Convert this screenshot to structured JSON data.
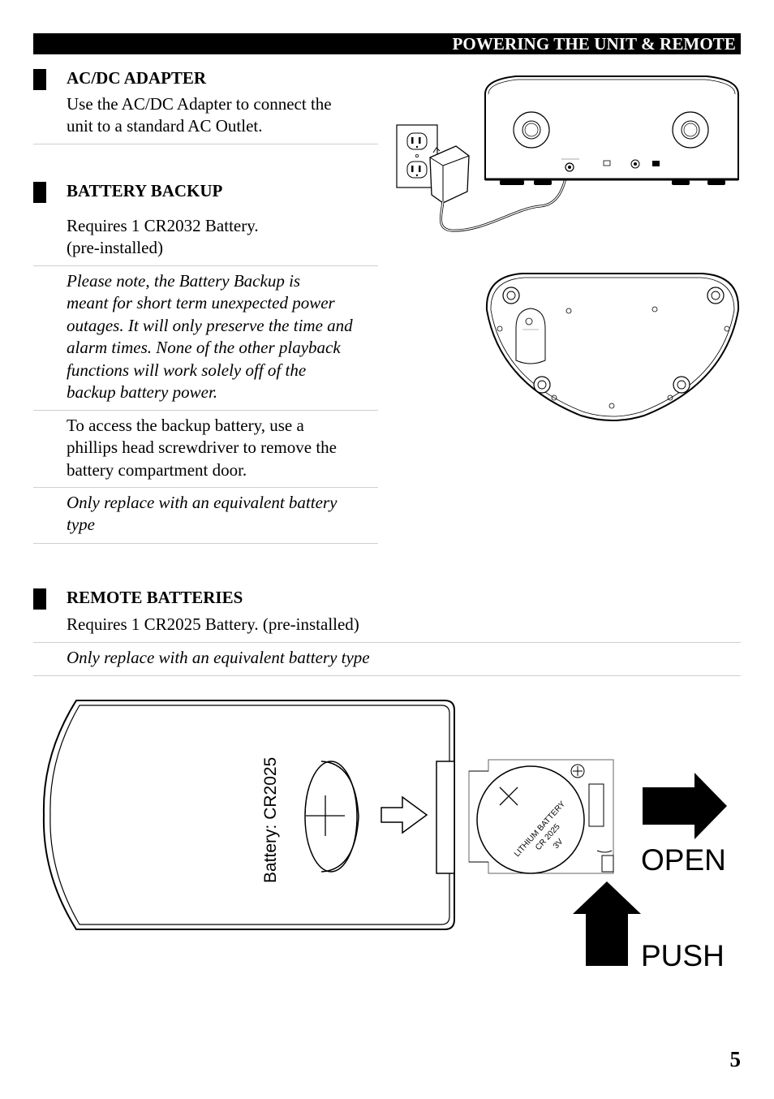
{
  "header": {
    "title": "POWERING THE UNIT & REMOTE"
  },
  "sections": {
    "ac_dc": {
      "heading": "AC/DC ADAPTER",
      "lines": [
        "Use the AC/DC Adapter to connect the",
        "unit to a standard AC Outlet."
      ]
    },
    "battery_backup": {
      "heading": "BATTERY BACKUP",
      "requires": [
        "Requires 1 CR2032 Battery.",
        "(pre-installed)"
      ],
      "note": [
        "Please note, the Battery Backup is",
        "meant for short term unexpected power",
        "outages. It will only preserve the time and",
        "alarm times. None of the other playback",
        "functions will work solely off of the",
        "backup battery power."
      ],
      "access": [
        "To access the backup battery, use a",
        "phillips head screwdriver to remove the",
        "battery compartment door."
      ],
      "replace": [
        "Only replace with an equivalent battery",
        "type"
      ]
    },
    "remote": {
      "heading": "REMOTE BATTERIES",
      "requires": "Requires 1 CR2025 Battery. (pre-installed)",
      "replace": "Only replace with an equivalent battery type"
    }
  },
  "diagram": {
    "battery_label": "Battery: CR2025",
    "coin_text": [
      "LITHIUM BATTERY",
      "CR 2025",
      "3V"
    ],
    "open_label": "OPEN",
    "push_label": "PUSH"
  },
  "page_number": "5"
}
